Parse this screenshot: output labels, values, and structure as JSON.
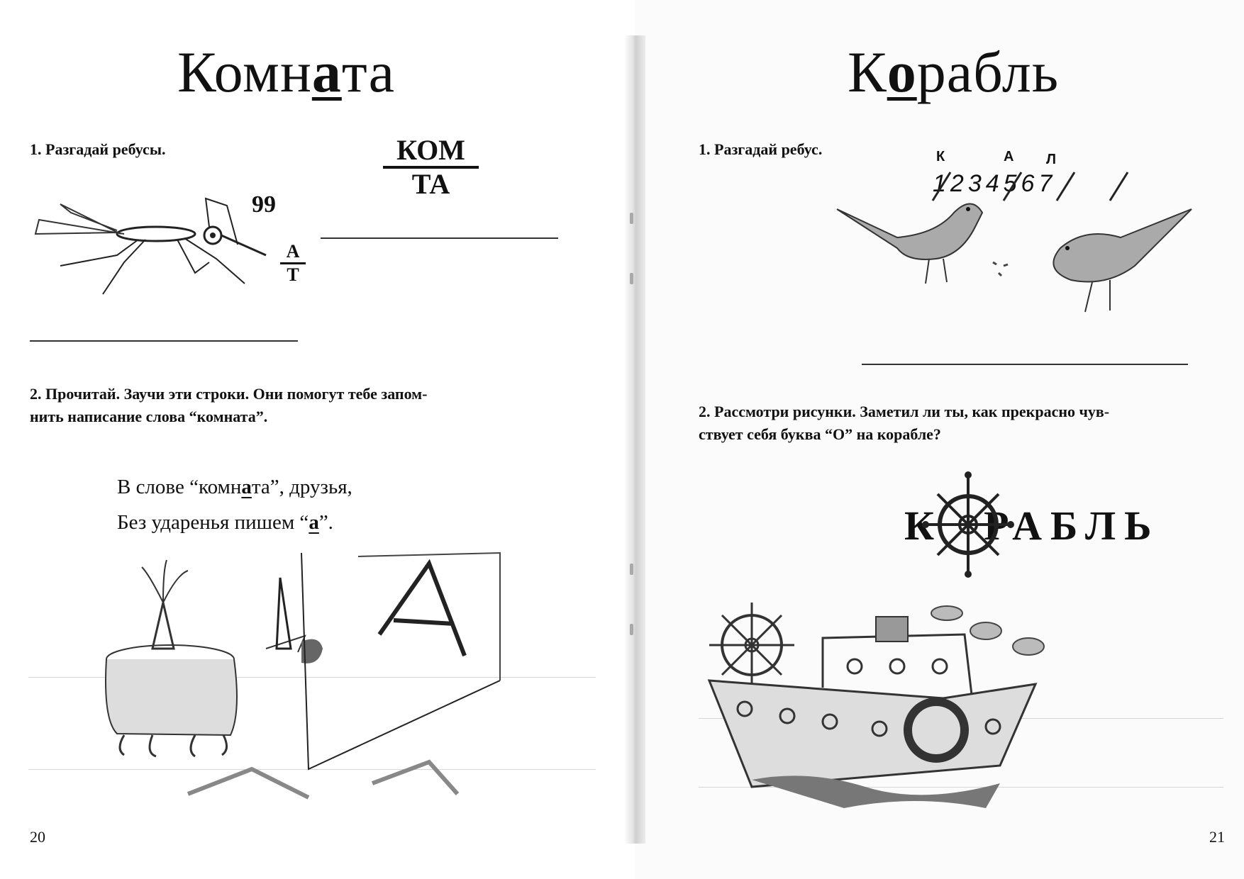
{
  "left_page": {
    "title_before": "Комн",
    "title_accent": "а",
    "title_after": "та",
    "task1": "1. Разгадай ребусы.",
    "rebus1_quote": "99",
    "rebus1_numerator": "А",
    "rebus1_denominator": "Т",
    "rebus2_numerator": "КОМ",
    "rebus2_denominator": "ТА",
    "task2_line1": "2. Прочитай. Заучи эти строки. Они помогут тебе запом-",
    "task2_line2": "нить написание слова “комната”.",
    "verse_line1_a": "В слове “комн",
    "verse_line1_accent": "а",
    "verse_line1_b": "та”, друзья,",
    "verse_line2_a": "Без ударенья пишем “",
    "verse_line2_accent": "а",
    "verse_line2_b": "”.",
    "page_number": "20"
  },
  "right_page": {
    "title_before": "К",
    "title_accent": "о",
    "title_after": "рабль",
    "task1": "1. Разгадай ребус.",
    "rebus_digits": "1234567",
    "rebus_letter_hints": [
      "К",
      "А",
      "Л"
    ],
    "task2_line1": "2. Рассмотри рисунки. Заметил ли ты, как прекрасно чув-",
    "task2_line2": "ствует себя буква “О” на корабле?",
    "word_left": "К",
    "word_right": "РАБЛЬ",
    "page_number": "21"
  },
  "colors": {
    "ink": "#111111",
    "paper": "#ffffff",
    "ghost": "#c9c9c9"
  }
}
